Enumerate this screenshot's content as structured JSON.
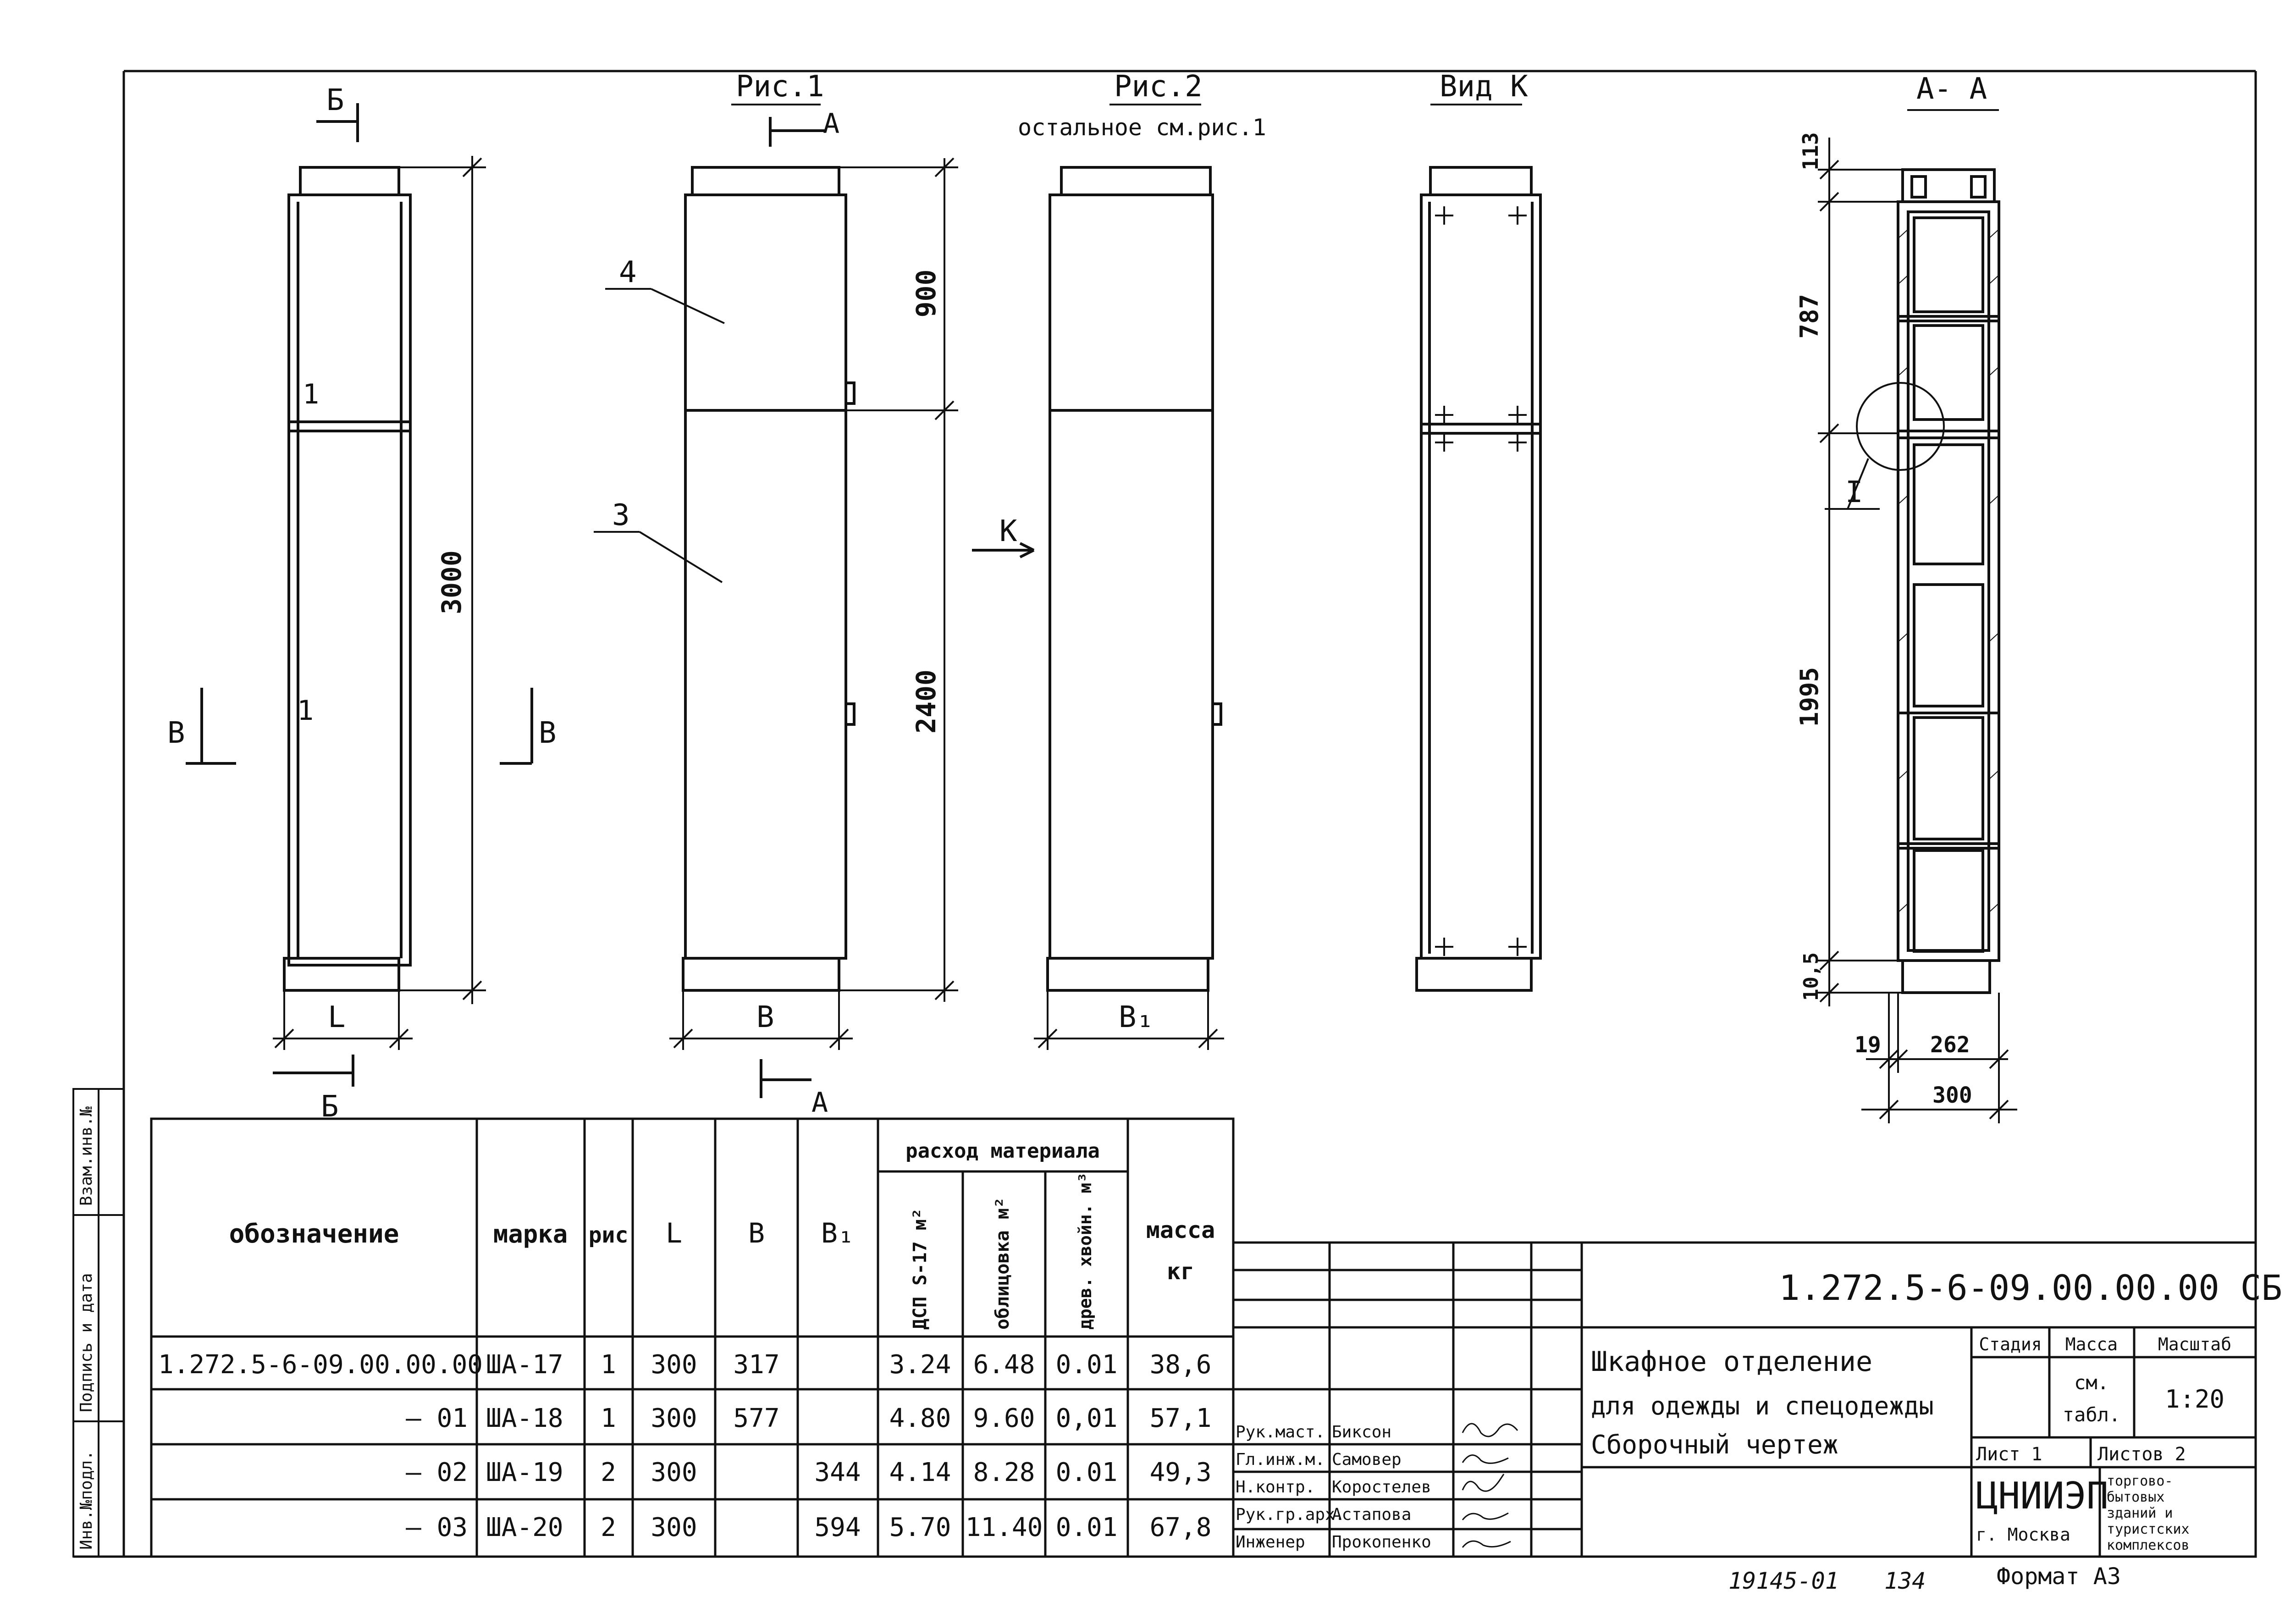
{
  "drawing": {
    "labels": {
      "fig1": "Рис.1",
      "fig2": "Рис.2",
      "fig2_note": "остальное см.рис.1",
      "view_k": "Вид К",
      "section_aa": "А- А"
    },
    "section_marks": {
      "b_top": "Б",
      "b_bottom": "Б",
      "a_top": "А",
      "a_bottom": "А",
      "v_left": "В",
      "v_right": "В",
      "k": "К",
      "node": "I"
    },
    "part_callouts": {
      "door_upper": "4",
      "door_lower": "3"
    },
    "dims": {
      "total_height": "3000",
      "upper_height": "900",
      "lower_height": "2400",
      "width_L": "L",
      "width_B": "В",
      "width_B1": "В₁",
      "sec_top": "113",
      "sec_upper": "787",
      "sec_lower": "1995",
      "sec_bottom": "10,5",
      "sec_wall": "19",
      "sec_inner": "262",
      "sec_total": "300"
    },
    "member_marks": {
      "m1": "1",
      "m2": "1"
    }
  },
  "spec_table": {
    "headers": {
      "designation": "обозначение",
      "mark": "марка",
      "fig": "рис",
      "L": "L",
      "B": "В",
      "B1": "В₁",
      "material_group": "расход материала",
      "dsp": "ДСП S-17 м²",
      "facing": "облицовка м²",
      "wood": "древ. хвойн. м³",
      "mass": "масса",
      "mass_unit": "кг"
    },
    "rows": [
      {
        "designation": "1.272.5-6-09.00.00.00",
        "mark": "ША-17",
        "fig": "1",
        "L": "300",
        "B": "317",
        "B1": "",
        "dsp": "3.24",
        "facing": "6.48",
        "wood": "0.01",
        "mass": "38,6"
      },
      {
        "designation": "— 01",
        "mark": "ША-18",
        "fig": "1",
        "L": "300",
        "B": "577",
        "B1": "",
        "dsp": "4.80",
        "facing": "9.60",
        "wood": "0,01",
        "mass": "57,1"
      },
      {
        "designation": "— 02",
        "mark": "ША-19",
        "fig": "2",
        "L": "300",
        "B": "",
        "B1": "344",
        "dsp": "4.14",
        "facing": "8.28",
        "wood": "0.01",
        "mass": "49,3"
      },
      {
        "designation": "— 03",
        "mark": "ША-20",
        "fig": "2",
        "L": "300",
        "B": "",
        "B1": "594",
        "dsp": "5.70",
        "facing": "11.40",
        "wood": "0.01",
        "mass": "67,8"
      }
    ]
  },
  "title_block": {
    "code": "1.272.5-6-09.00.00.00 СБ",
    "title_line1": "Шкафное отделение",
    "title_line2": "для одежды и спецодежды",
    "title_line3": "Сборочный чертеж",
    "stage_label": "Стадия",
    "mass_label": "Масса",
    "scale_label": "Масштаб",
    "mass_value_1": "см.",
    "mass_value_2": "табл.",
    "scale_value": "1:20",
    "sheet_label": "Лист 1",
    "sheets_label": "Листов 2",
    "org": "ЦНИИЭП",
    "city": "г. Москва",
    "org_desc": [
      "торгово-",
      "бытовых",
      "зданий и",
      "туристских",
      "комплексов"
    ],
    "signatures": [
      {
        "role": "Рук.маст.",
        "name": "Биксон"
      },
      {
        "role": "Гл.инж.м.",
        "name": "Самовер"
      },
      {
        "role": "Н.контр.",
        "name": "Коростелев"
      },
      {
        "role": "Рук.гр.арх.",
        "name": "Астапова"
      },
      {
        "role": "Инженер",
        "name": "Прокопенко"
      }
    ]
  },
  "side_stamp": [
    "Инв.№подл.",
    "Подпись и дата",
    "Взам.инв.№"
  ],
  "footer": {
    "left": "19145-01",
    "mid": "134",
    "format": "Формат А3"
  }
}
